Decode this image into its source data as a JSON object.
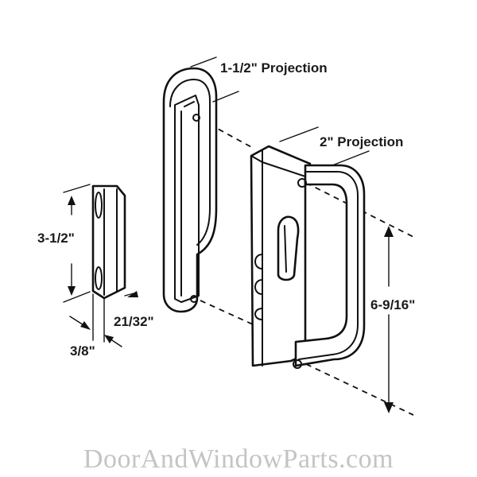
{
  "dimensions": {
    "projection_small": "1-1/2\" Projection",
    "projection_large": "2\" Projection",
    "keeper_height": "3-1/2\"",
    "keeper_depth": "21/32\"",
    "keeper_width": "3/8\"",
    "handle_height": "6-9/16\""
  },
  "watermark": "DoorAndWindowParts.com"
}
